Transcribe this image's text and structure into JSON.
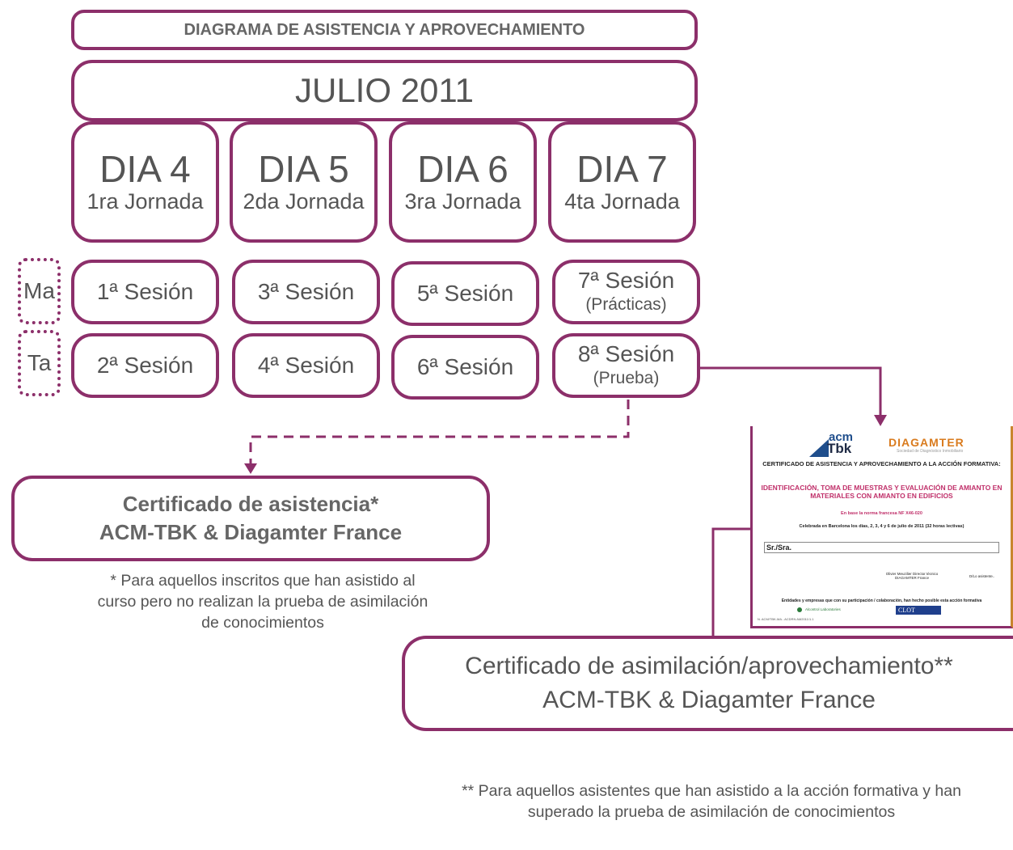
{
  "title": "DIAGRAMA DE ASISTENCIA Y APROVECHAMIENTO",
  "month": "JULIO 2011",
  "days": [
    {
      "day": "DIA 4",
      "label": "1ra Jornada"
    },
    {
      "day": "DIA 5",
      "label": "2da Jornada"
    },
    {
      "day": "DIA 6",
      "label": "3ra Jornada"
    },
    {
      "day": "DIA 7",
      "label": "4ta Jornada"
    }
  ],
  "periods": {
    "morning": "Ma",
    "afternoon": "Ta"
  },
  "sessions": {
    "morning": [
      {
        "label": "1ª Sesión",
        "sub": ""
      },
      {
        "label": "3ª Sesión",
        "sub": ""
      },
      {
        "label": "5ª Sesión",
        "sub": ""
      },
      {
        "label": "7ª Sesión",
        "sub": "(Prácticas)"
      }
    ],
    "afternoon": [
      {
        "label": "2ª Sesión",
        "sub": ""
      },
      {
        "label": "4ª Sesión",
        "sub": ""
      },
      {
        "label": "6ª Sesión",
        "sub": ""
      },
      {
        "label": "8ª Sesión",
        "sub": "(Prueba)"
      }
    ]
  },
  "cert_attendance": {
    "line1": "Certificado de asistencia*",
    "line2": "ACM-TBK & Diagamter France",
    "note": "* Para aquellos inscritos que han asistido al curso pero no realizan la prueba de asimilación de conocimientos"
  },
  "cert_assimilation": {
    "line1": "Certificado de asimilación/aprovechamiento**",
    "line2": "ACM-TBK & Diagamter France",
    "note": "** Para aquellos asistentes que han asistido a la acción formativa y han superado la prueba de asimilación de conocimientos"
  },
  "certificate_doc": {
    "logo_acm_top": "acm",
    "logo_acm_bottom": "Tbk",
    "logo_diag": "DIAGAMTER",
    "logo_diag_sub": "Sociedad de Diagnóstico Inmobiliario",
    "heading": "CERTIFICADO DE ASISTENCIA Y APROVECHAMIENTO A LA ACCIÓN FORMATIVA:",
    "course": "IDENTIFICACIÓN, TOMA DE MUESTRAS Y EVALUACIÓN DE AMIANTO EN MATERIALES CON AMIANTO EN EDIFICIOS",
    "norm": "En base  la norma francesa NF X46-020",
    "celebrated": "Celebrada en Barcelona los días, 2, 3, 4 y 6 de julio de 2011 (32 horas lectivas)",
    "name_field": "Sr./Sra.",
    "signer1": "Olivier Meuzilier Director técnico DIAGAMTER France",
    "signer2": "D/Lo asistente..",
    "entities": "Entidades y empresas que con su participación / colaboración, han hecho posible esta acción formativa",
    "lab": "Alcontrol Laboratories",
    "clot": "CLOT",
    "footer": "N. ACM/TBK-MA - ACDRN AM2011/1.1"
  }
}
